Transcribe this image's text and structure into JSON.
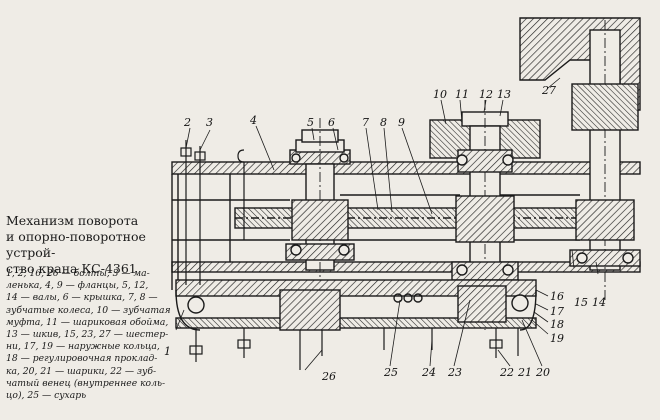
{
  "caption": {
    "title_lines": [
      "Механизм поворота",
      "и опорно-поворотное устрой-",
      "ство крана КС-4361"
    ],
    "legend_lines": [
      "1, 2, 16, 26 — болты, 3 — ма-",
      "ленька, 4, 9 — фланцы, 5, 12,",
      "14 — валы, 6 — крышка, 7, 8 —",
      "зубчатые колеса, 10 — зубчатая",
      "муфта, 11 — шариковая обойма,",
      "13 — шкив, 15, 23, 27 — шестер-",
      "ни, 17, 19 — наружные кольца,",
      "18 — регулировочная проклад-",
      "ка, 20, 21 — шарики, 22 — зуб-",
      "чатый венец (внутреннее коль-",
      "цо), 25 — сухарь"
    ]
  },
  "part_labels": {
    "p1": "1",
    "p2": "2",
    "p3": "3",
    "p4": "4",
    "p5": "5",
    "p6": "6",
    "p7": "7",
    "p8": "8",
    "p9": "9",
    "p10": "10",
    "p11": "11",
    "p12": "12",
    "p13": "13",
    "p14": "14",
    "p15": "15",
    "p16": "16",
    "p17": "17",
    "p18": "18",
    "p19": "19",
    "p20": "20",
    "p21": "21",
    "p22": "22",
    "p23": "23",
    "p24": "24",
    "p25": "25",
    "p26": "26",
    "p27": "27"
  }
}
